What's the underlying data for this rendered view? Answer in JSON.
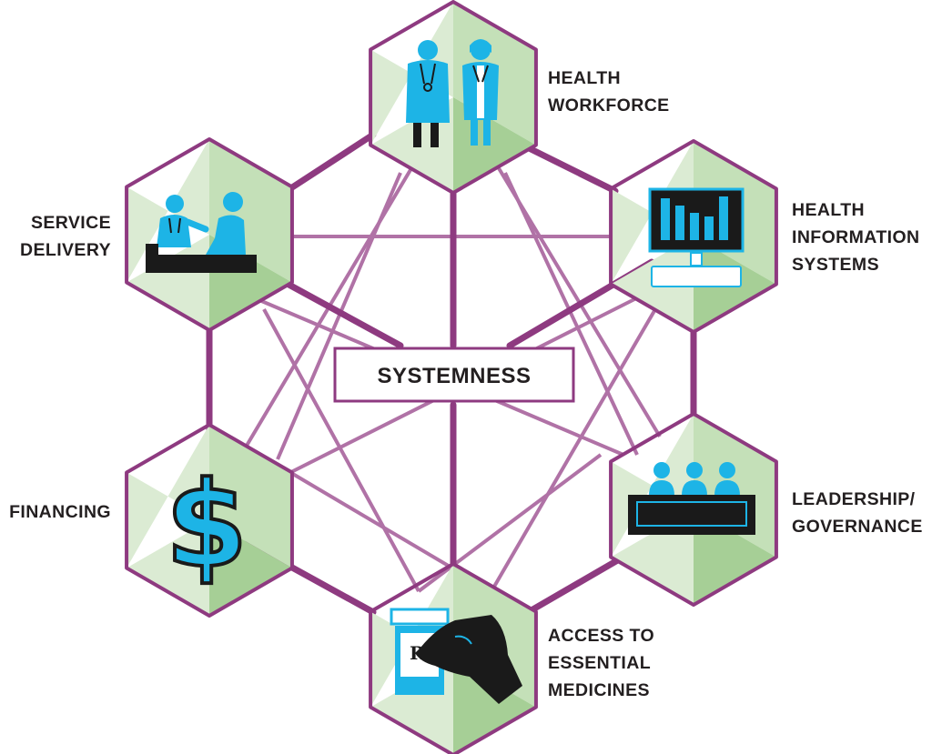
{
  "center": {
    "label": "SYSTEMNESS"
  },
  "blocks": [
    {
      "id": "workforce",
      "lines": [
        "HEALTH",
        "WORKFORCE"
      ]
    },
    {
      "id": "info",
      "lines": [
        "HEALTH",
        "INFORMATION",
        "SYSTEMS"
      ]
    },
    {
      "id": "leadership",
      "lines": [
        "LEADERSHIP/",
        "GOVERNANCE"
      ]
    },
    {
      "id": "medicines",
      "lines": [
        "ACCESS TO",
        "ESSENTIAL",
        "MEDICINES"
      ]
    },
    {
      "id": "financing",
      "lines": [
        "FINANCING"
      ]
    },
    {
      "id": "service",
      "lines": [
        "SERVICE",
        "DELIVERY"
      ]
    }
  ],
  "icons": {
    "workforce": "doctors-icon",
    "info": "computer-monitor-icon",
    "leadership": "council-table-icon",
    "medicines": "prescription-hand-icon",
    "financing": "dollar-sign-icon",
    "service": "doctor-patient-icon",
    "rx_symbol": "Rx",
    "dollar_symbol": "$"
  },
  "colors": {
    "hex_border": "#8e3a80",
    "hex_face_light": "#dbebd3",
    "hex_face_mid": "#c4e0b8",
    "hex_face_dark": "#a6cf96",
    "thick_link": "#8e3a80",
    "thin_link": "#b072a6",
    "icon_blue": "#1db4e6",
    "icon_dark": "#1a1a1a"
  }
}
